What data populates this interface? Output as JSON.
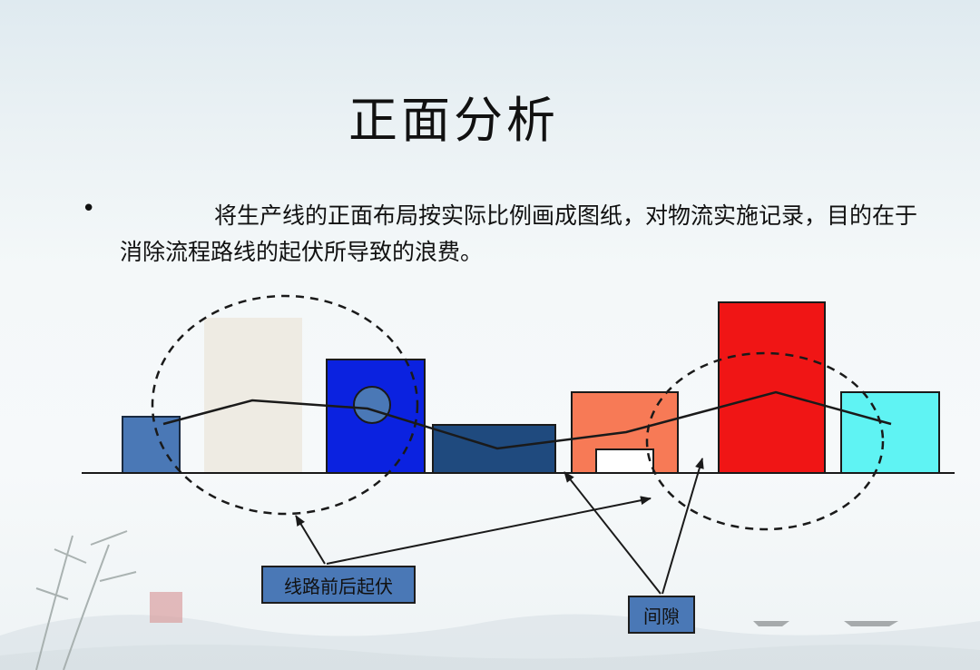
{
  "slide": {
    "title": "正面分析",
    "bullet_symbol": "•",
    "body": "将生产线的正面布局按实际比例画成图纸，对物流实施记录，目的在于消除流程路线的起伏所导致的浪费。"
  },
  "diagram": {
    "labels": {
      "fluctuation": "线路前后起伏",
      "gap": "间隙"
    },
    "colors": {
      "machine_1": "#4a78b6",
      "machine_2": "#eeebe3",
      "machine_3": "#0b22e0",
      "machine_3_circle": "#4a78b6",
      "machine_4": "#1f4a7e",
      "machine_5": "#f77a56",
      "machine_6": "#f01515",
      "machine_7": "#5ff3f3",
      "label_fill": "#4a78b6"
    }
  }
}
